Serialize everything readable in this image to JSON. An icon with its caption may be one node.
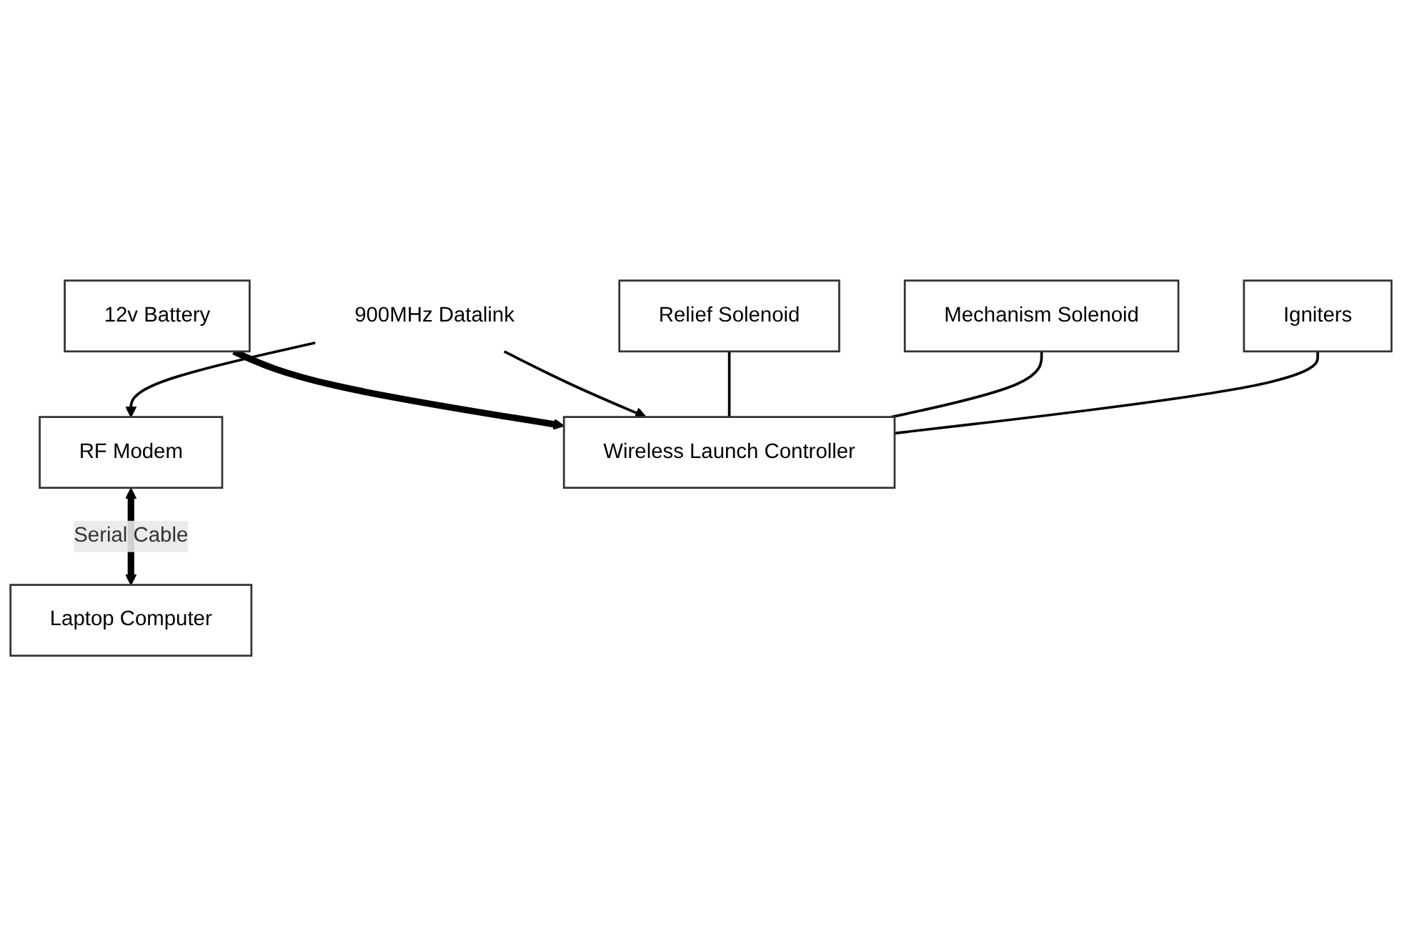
{
  "diagram": {
    "nodes": [
      {
        "text": [
          "Igniters"
        ]
      },
      {
        "text": [
          "Mechanism Solenoid"
        ]
      },
      {
        "text": [
          "Relief Solenoid"
        ]
      },
      {
        "text": [
          "900MHz Datalink"
        ]
      },
      {
        "text": [
          "RF Modem"
        ]
      },
      {
        "text": [
          "Wireless Launch Controller"
        ]
      },
      {
        "text": [
          "Laptop Computer"
        ]
      },
      {
        "text": [
          "12v Battery"
        ]
      }
    ],
    "edges": [
      {
        "from": 0,
        "to": 5,
        "arrow": "none"
      },
      {
        "from": 1,
        "to": 5,
        "arrow": "none"
      },
      {
        "from": 2,
        "to": 5,
        "arrow": "none"
      },
      {
        "from": 3,
        "to": 4,
        "arrow": "to"
      },
      {
        "from": 3,
        "to": 5,
        "arrow": "to"
      },
      {
        "from": 4,
        "to": 6,
        "arrow": "both",
        "label": "Serial Cable",
        "style": "thick"
      },
      {
        "from": 7,
        "to": 5,
        "arrow": "to",
        "style": "thick"
      }
    ]
  }
}
